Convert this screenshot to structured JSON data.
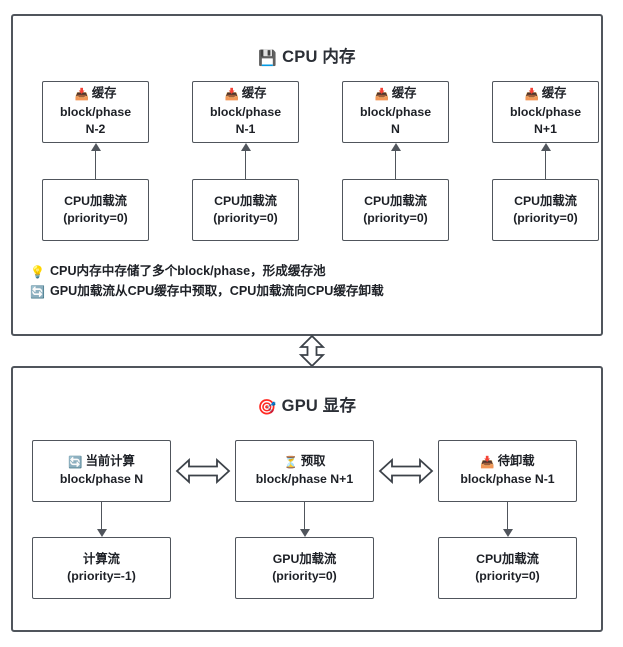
{
  "diagram": {
    "cpu_panel": {
      "title": "CPU 内存",
      "title_icon": "floppy-disk-icon",
      "title_emoji": "💾",
      "cache_boxes": [
        {
          "icon": "inbox-tray-icon",
          "emoji": "📥",
          "header": "缓存",
          "line1": "block/phase",
          "line2": "N-2"
        },
        {
          "icon": "inbox-tray-icon",
          "emoji": "📥",
          "header": "缓存",
          "line1": "block/phase",
          "line2": "N-1"
        },
        {
          "icon": "inbox-tray-icon",
          "emoji": "📥",
          "header": "缓存",
          "line1": "block/phase",
          "line2": "N"
        },
        {
          "icon": "inbox-tray-icon",
          "emoji": "📥",
          "header": "缓存",
          "line1": "block/phase",
          "line2": "N+1"
        }
      ],
      "stream_boxes": [
        {
          "line1": "CPU加载流",
          "line2": "(priority=0)"
        },
        {
          "line1": "CPU加载流",
          "line2": "(priority=0)"
        },
        {
          "line1": "CPU加载流",
          "line2": "(priority=0)"
        },
        {
          "line1": "CPU加载流",
          "line2": "(priority=0)"
        }
      ],
      "notes": [
        {
          "icon": "lightbulb-icon",
          "emoji": "💡",
          "text": "CPU内存中存储了多个block/phase，形成缓存池"
        },
        {
          "icon": "sync-arrows-icon",
          "emoji": "🔄",
          "text": "GPU加载流从CPU缓存中预取，CPU加载流向CPU缓存卸载"
        }
      ]
    },
    "gpu_panel": {
      "title": "GPU 显存",
      "title_icon": "dart-target-icon",
      "title_emoji": "🎯",
      "state_boxes": [
        {
          "icon": "sync-arrows-icon",
          "emoji": "🔄",
          "header": "当前计算",
          "line1": "block/phase N"
        },
        {
          "icon": "hourglass-icon",
          "emoji": "⏳",
          "header": "预取",
          "line1": "block/phase N+1"
        },
        {
          "icon": "inbox-tray-icon",
          "emoji": "📥",
          "header": "待卸载",
          "line1": "block/phase N-1"
        }
      ],
      "stream_boxes": [
        {
          "line1": "计算流",
          "line2": "(priority=-1)"
        },
        {
          "line1": "GPU加载流",
          "line2": "(priority=0)"
        },
        {
          "line1": "CPU加载流",
          "line2": "(priority=0)"
        }
      ]
    },
    "colors": {
      "stroke": "#50555c",
      "text": "#1d2026",
      "background": "#ffffff"
    }
  }
}
